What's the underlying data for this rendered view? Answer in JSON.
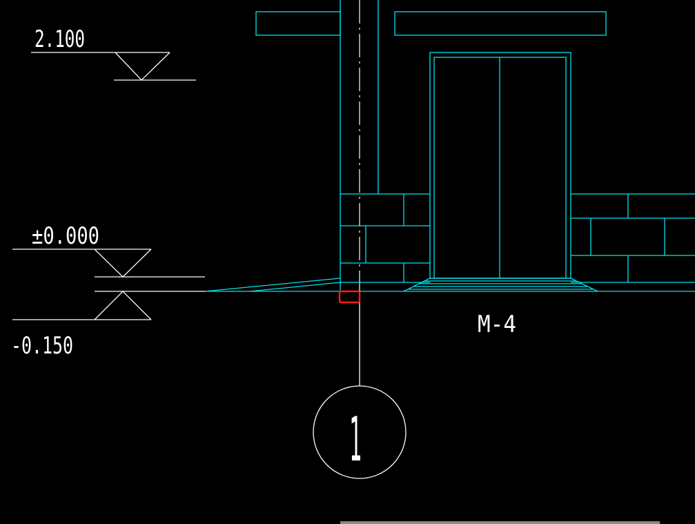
{
  "drawing": {
    "elevation_upper": "2.100",
    "elevation_floor": "±0.000",
    "elevation_ground": "-0.150",
    "door_tag": "M-4",
    "grid_bubble": "1"
  },
  "colors": {
    "background": "#000000",
    "geometry": "#00e5ee",
    "annotation": "#ffffff",
    "selection": "#ff1a1a",
    "scrollbar": "#8a8a8a"
  }
}
